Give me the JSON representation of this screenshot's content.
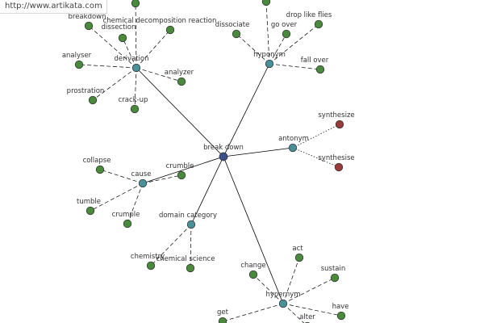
{
  "watermark": "http://www.artikata.com",
  "colors": {
    "center": "#3d4f8a",
    "relation": "#4a9099",
    "leaf": "#4a8a3d",
    "antonym_leaf": "#9a3b3b",
    "edge": "#000000",
    "dashed_edge": "#000000",
    "dotted_edge": "#000000"
  },
  "graph": {
    "center": {
      "id": "c",
      "label": "break down"
    },
    "relations": [
      {
        "id": "der",
        "label": "derivation"
      },
      {
        "id": "hypo",
        "label": "hyponym"
      },
      {
        "id": "ant",
        "label": "antonym"
      },
      {
        "id": "cause",
        "label": "cause"
      },
      {
        "id": "dom",
        "label": "domain category"
      },
      {
        "id": "hyper",
        "label": "hypernym"
      }
    ],
    "leaves": [
      {
        "id": "l1",
        "label": "breakdown",
        "rel": "der"
      },
      {
        "id": "l2",
        "label": "chemical decomposition reaction",
        "rel": "der"
      },
      {
        "id": "l3",
        "label": "dissection",
        "rel": "der"
      },
      {
        "id": "l4",
        "label": "analyser",
        "rel": "der"
      },
      {
        "id": "l5",
        "label": "analyzer",
        "rel": "der"
      },
      {
        "id": "l6",
        "label": "prostration",
        "rel": "der"
      },
      {
        "id": "l7",
        "label": "crack-up",
        "rel": "der"
      },
      {
        "id": "l8",
        "label": "",
        "rel": "der"
      },
      {
        "id": "l9",
        "label": "dissociate",
        "rel": "hypo"
      },
      {
        "id": "l10",
        "label": "go over",
        "rel": "hypo"
      },
      {
        "id": "l11",
        "label": "drop like flies",
        "rel": "hypo"
      },
      {
        "id": "l12",
        "label": "fall over",
        "rel": "hypo"
      },
      {
        "id": "l13",
        "label": "",
        "rel": "hypo"
      },
      {
        "id": "l14",
        "label": "synthesize",
        "rel": "ant"
      },
      {
        "id": "l15",
        "label": "synthesise",
        "rel": "ant"
      },
      {
        "id": "l16",
        "label": "collapse",
        "rel": "cause"
      },
      {
        "id": "l17",
        "label": "crumble",
        "rel": "cause"
      },
      {
        "id": "l18",
        "label": "tumble",
        "rel": "cause"
      },
      {
        "id": "l19",
        "label": "crumple",
        "rel": "cause"
      },
      {
        "id": "l20",
        "label": "chemistry",
        "rel": "dom"
      },
      {
        "id": "l21",
        "label": "chemical science",
        "rel": "dom"
      },
      {
        "id": "l22",
        "label": "change",
        "rel": "hyper"
      },
      {
        "id": "l23",
        "label": "act",
        "rel": "hyper"
      },
      {
        "id": "l24",
        "label": "sustain",
        "rel": "hyper"
      },
      {
        "id": "l25",
        "label": "have",
        "rel": "hyper"
      },
      {
        "id": "l26",
        "label": "get",
        "rel": "hyper"
      },
      {
        "id": "l27",
        "label": "alter",
        "rel": "hyper"
      }
    ]
  }
}
